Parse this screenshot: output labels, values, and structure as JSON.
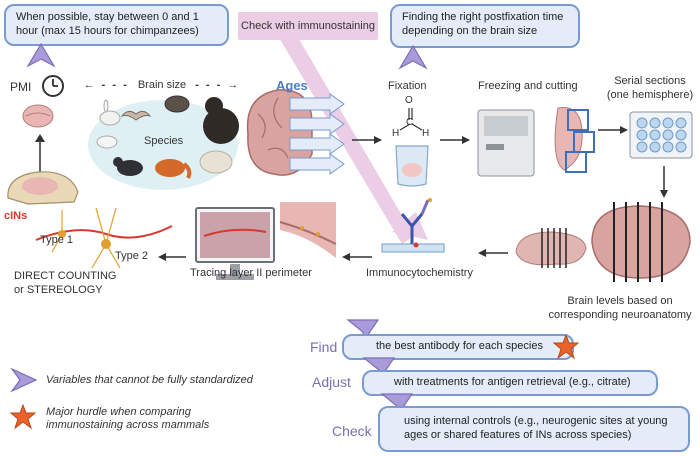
{
  "top_notes": {
    "pmi_note": "When possible, stay between 0 and 1 hour (max 15 hours for chimpanzees)",
    "immunostaining_note": "Check with immunostaining",
    "postfixation_note": "Finding the right postfixation time depending on the brain size"
  },
  "labels": {
    "pmi": "PMI",
    "brain_size": "Brain size",
    "species": "Species",
    "ages": "Ages",
    "fixation": "Fixation",
    "fixative_h1": "H",
    "fixative_c": "C",
    "fixative_o": "O",
    "fixative_h2": "H",
    "freezing_cutting": "Freezing and cutting",
    "serial_sections": "Serial sections (one hemisphere)",
    "cins": "cINs",
    "type1": "Type 1",
    "type2": "Type 2",
    "direct_counting": "DIRECT COUNTING or STEREOLOGY",
    "tracing": "Tracing layer II perimeter",
    "immunocytochemistry": "Immunocytochemistry",
    "brain_levels": "Brain levels based on corresponding neuroanatomy"
  },
  "steps": [
    {
      "verb": "Find",
      "text": "the best antibody for each species"
    },
    {
      "verb": "Adjust",
      "text": "with treatments for antigen retrieval (e.g., citrate)"
    },
    {
      "verb": "Check",
      "text": "using internal controls (e.g., neurogenic sites at young ages or shared features of INs across species)"
    }
  ],
  "legend": [
    {
      "icon": "purple-triangle-icon",
      "text": "Variables that cannot be fully standardized"
    },
    {
      "icon": "orange-star-icon",
      "text": "Major hurdle when comparing immunostaining across mammals"
    }
  ],
  "colors": {
    "bubble_fill": "#e3ecf8",
    "bubble_border": "#7a9bd0",
    "triangle": "#a89bd9",
    "star": "#e8622a",
    "pink_arrow": "#e8c6e3",
    "verb": "#7c6cb8",
    "cins_red": "#d63a2f"
  }
}
